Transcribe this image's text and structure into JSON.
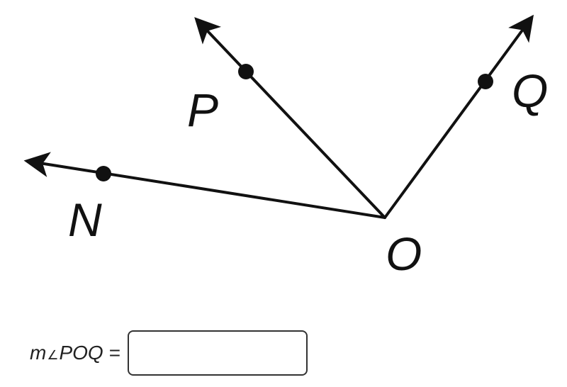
{
  "diagram": {
    "labels": {
      "N": "N",
      "P": "P",
      "O": "O",
      "Q": "Q"
    }
  },
  "question": {
    "measure_prefix": "m",
    "angle_symbol": "∠",
    "angle_name": "POQ",
    "equals": "=",
    "answer_value": ""
  }
}
